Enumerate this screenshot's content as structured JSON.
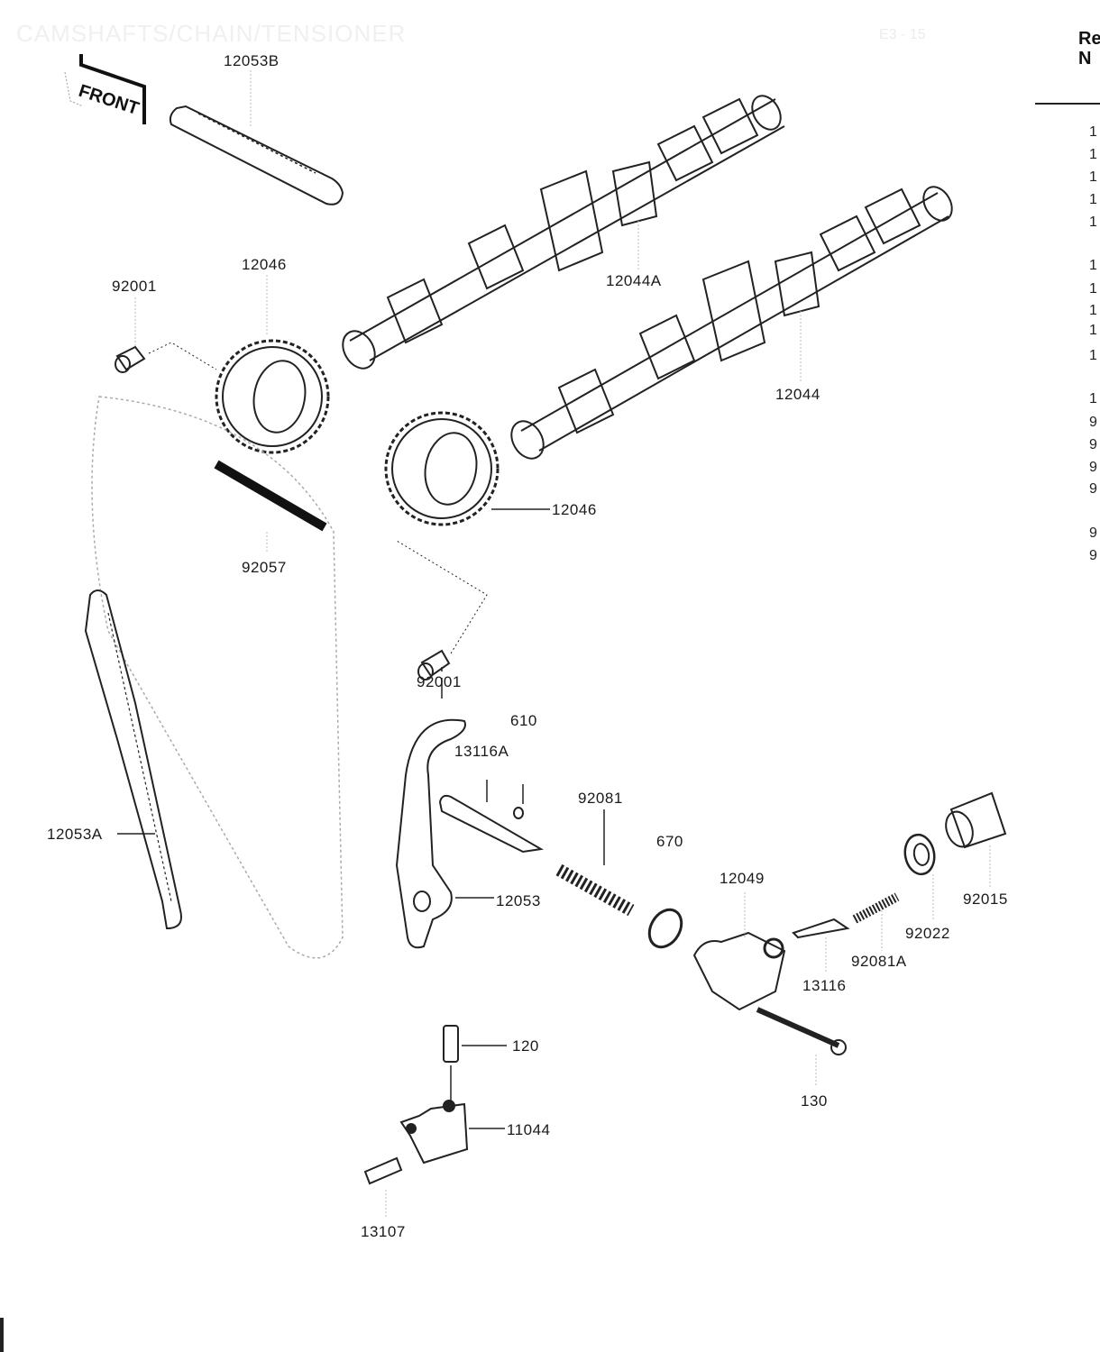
{
  "page": {
    "title": "CAMSHAFTS/CHAIN/TENSIONER",
    "code": "E3 - 15"
  },
  "ref_column": {
    "header_line1": "Re",
    "header_line2": "N",
    "entries": [
      "1",
      "1",
      "1",
      "1",
      "1",
      "1",
      "1",
      "1",
      "1",
      "1",
      "1",
      "9",
      "9",
      "9",
      "9",
      "9",
      "9"
    ]
  },
  "front_marker": {
    "text": "FRONT"
  },
  "parts": [
    {
      "id": "p-12053B",
      "label": "12053B"
    },
    {
      "id": "p-12046-upper",
      "label": "12046"
    },
    {
      "id": "p-92001-upper",
      "label": "92001"
    },
    {
      "id": "p-12044A",
      "label": "12044A"
    },
    {
      "id": "p-12044",
      "label": "12044"
    },
    {
      "id": "p-12046-lower",
      "label": "12046"
    },
    {
      "id": "p-92057",
      "label": "92057"
    },
    {
      "id": "p-92001-lower",
      "label": "92001"
    },
    {
      "id": "p-610",
      "label": "610"
    },
    {
      "id": "p-13116A",
      "label": "13116A"
    },
    {
      "id": "p-92081",
      "label": "92081"
    },
    {
      "id": "p-670",
      "label": "670"
    },
    {
      "id": "p-12049",
      "label": "12049"
    },
    {
      "id": "p-92015",
      "label": "92015"
    },
    {
      "id": "p-12053A",
      "label": "12053A"
    },
    {
      "id": "p-12053",
      "label": "12053"
    },
    {
      "id": "p-92022",
      "label": "92022"
    },
    {
      "id": "p-92081A",
      "label": "92081A"
    },
    {
      "id": "p-13116",
      "label": "13116"
    },
    {
      "id": "p-120",
      "label": "120"
    },
    {
      "id": "p-130",
      "label": "130"
    },
    {
      "id": "p-11044",
      "label": "11044"
    },
    {
      "id": "p-13107",
      "label": "13107"
    }
  ]
}
